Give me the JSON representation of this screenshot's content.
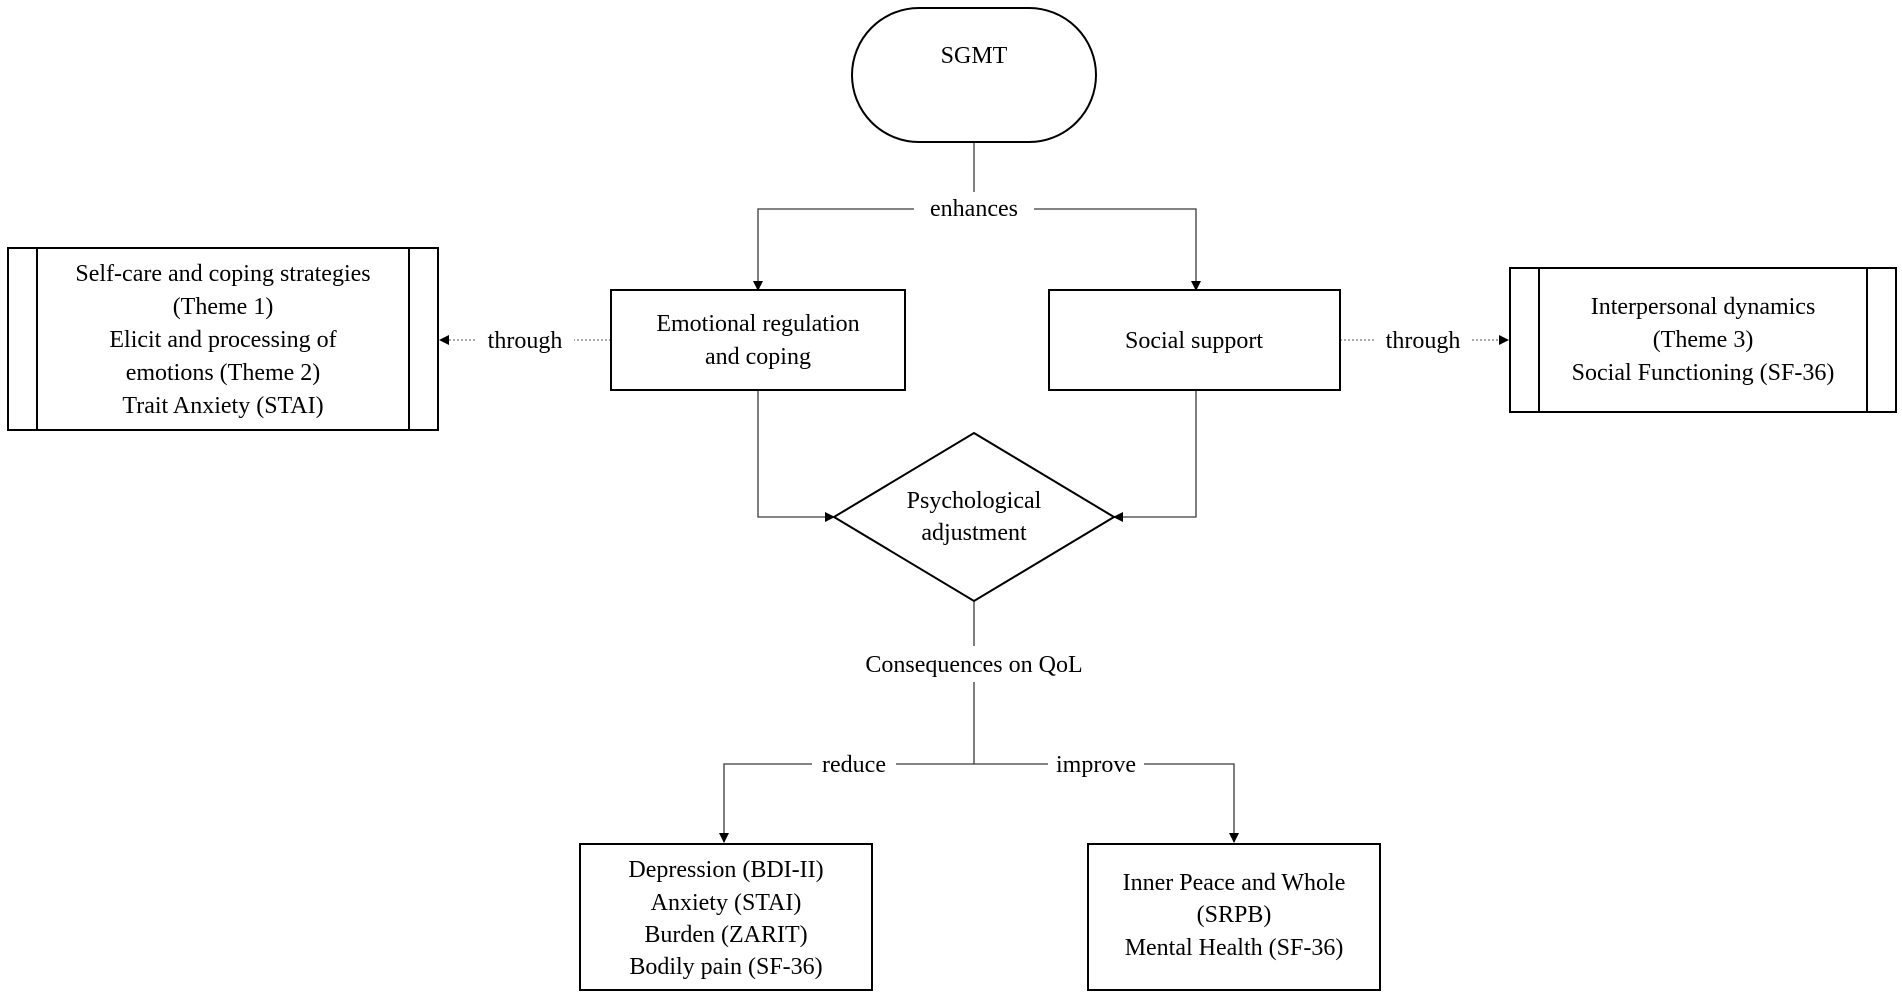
{
  "nodes": {
    "sgmt": "SGMT",
    "emotional": [
      "Emotional regulation",
      "and coping"
    ],
    "social": "Social support",
    "psych": [
      "Psychological",
      "adjustment"
    ],
    "left_box": [
      "Self-care and coping strategies",
      "(Theme 1)",
      "Elicit and processing of",
      "emotions (Theme 2)",
      "Trait Anxiety (STAI)"
    ],
    "right_box": [
      "Interpersonal dynamics",
      "(Theme 3)",
      "Social Functioning (SF-36)"
    ],
    "reduce_box": [
      "Depression (BDI-II)",
      "Anxiety (STAI)",
      "Burden (ZARIT)",
      "Bodily pain (SF-36)"
    ],
    "improve_box": [
      "Inner Peace and Whole",
      "(SRPB)",
      "Mental Health (SF-36)"
    ]
  },
  "labels": {
    "enhances": "enhances",
    "through_left": "through",
    "through_right": "through",
    "consequences": "Consequences on QoL",
    "reduce": "reduce",
    "improve": "improve"
  }
}
